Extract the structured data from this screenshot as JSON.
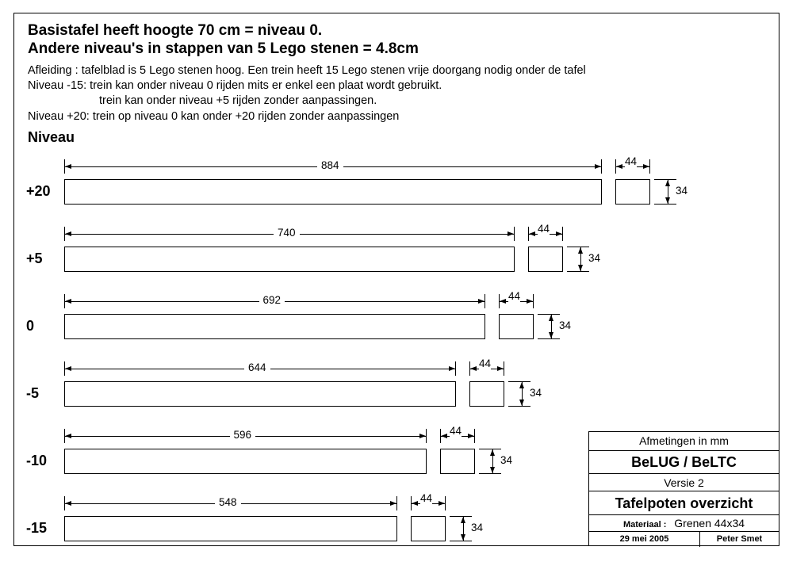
{
  "header": {
    "line1": "Basistafel heeft hoogte 70 cm = niveau 0.",
    "line2": "Andere niveau's in stappen van 5 Lego stenen = 4.8cm",
    "notes": [
      "Afleiding : tafelblad is 5 Lego stenen  hoog. Een trein heeft 15 Lego stenen vrije doorgang nodig onder de tafel",
      "Niveau -15: trein kan onder niveau 0 rijden mits er enkel een plaat wordt gebruikt.",
      "trein kan onder niveau +5 rijden zonder aanpassingen.",
      "Niveau +20: trein op niveau 0 kan onder +20 rijden zonder aanpassingen"
    ],
    "niveau_label": "Niveau"
  },
  "rows": [
    {
      "level": "+20",
      "length": 884,
      "length_label": "884",
      "width_label": "44",
      "height_label": "34"
    },
    {
      "level": "+5",
      "length": 740,
      "length_label": "740",
      "width_label": "44",
      "height_label": "34"
    },
    {
      "level": "0",
      "length": 692,
      "length_label": "692",
      "width_label": "44",
      "height_label": "34"
    },
    {
      "level": "-5",
      "length": 644,
      "length_label": "644",
      "width_label": "44",
      "height_label": "34"
    },
    {
      "level": "-10",
      "length": 596,
      "length_label": "596",
      "width_label": "44",
      "height_label": "34"
    },
    {
      "level": "-15",
      "length": 548,
      "length_label": "548",
      "width_label": "44",
      "height_label": "34"
    }
  ],
  "titleblock": {
    "units": "Afmetingen in mm",
    "org": "BeLUG / BeLTC",
    "version": "Versie 2",
    "title": "Tafelpoten overzicht",
    "material_label": "Materiaal :",
    "material_value": "Grenen  44x34",
    "date": "29 mei 2005",
    "author": "Peter Smet"
  }
}
